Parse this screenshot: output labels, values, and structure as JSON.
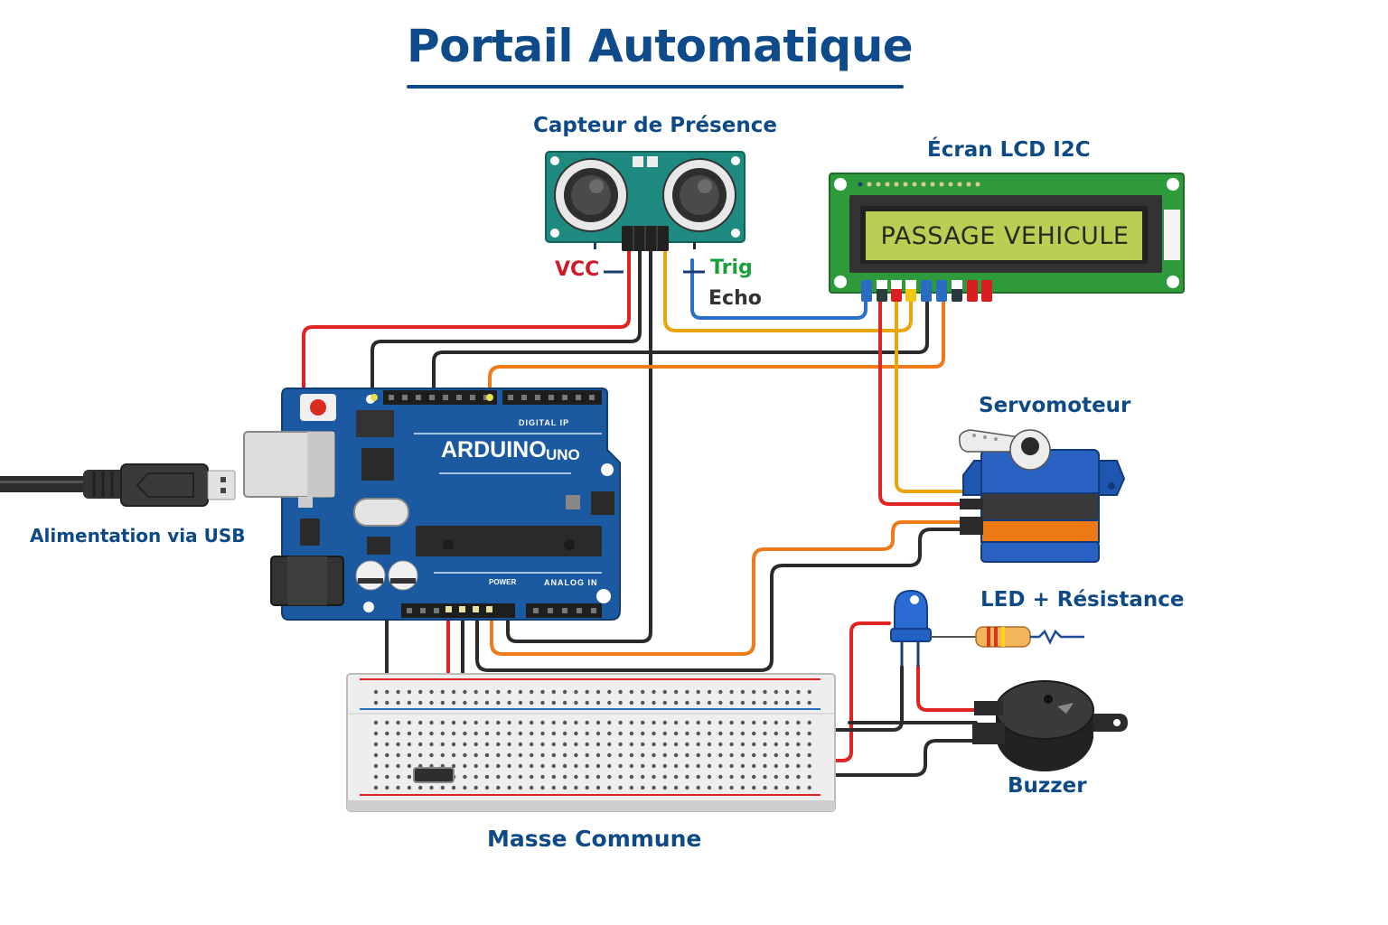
{
  "title": "Portail Automatique",
  "components": {
    "sensor": {
      "label": "Capteur de Présence",
      "pins": {
        "vcc": "VCC",
        "trig": "Trig",
        "echo": "Echo"
      }
    },
    "lcd": {
      "label": "Écran LCD I2C",
      "display_text": "PASSAGE VEHICULE"
    },
    "arduino": {
      "brand": "ARDUINO",
      "model": "UNO",
      "digital_label": "DIGITAL IP",
      "power_label": "POWER",
      "analog_label": "ANALOG IN"
    },
    "servo": {
      "label": "Servomoteur"
    },
    "led": {
      "label": "LED + Résistance"
    },
    "buzzer": {
      "label": "Buzzer"
    },
    "breadboard": {
      "label": "Masse Commune"
    },
    "usb": {
      "label": "Alimentation via USB"
    }
  },
  "colors": {
    "title": "#0f4a8a",
    "label": "#0d4a86",
    "vcc": "#d0182a",
    "trig": "#1aa03a",
    "echo": "#333333",
    "wire_red": "#e02424",
    "wire_black": "#2b2b2b",
    "wire_yellow": "#e8a60c",
    "wire_orange": "#ee7a1a",
    "wire_blue": "#2a72c8",
    "arduino_board": "#1b5aa0",
    "lcd_pcb": "#2e9a3c",
    "lcd_screen": "#b9cf54",
    "sensor_pcb": "#1f8a80"
  }
}
